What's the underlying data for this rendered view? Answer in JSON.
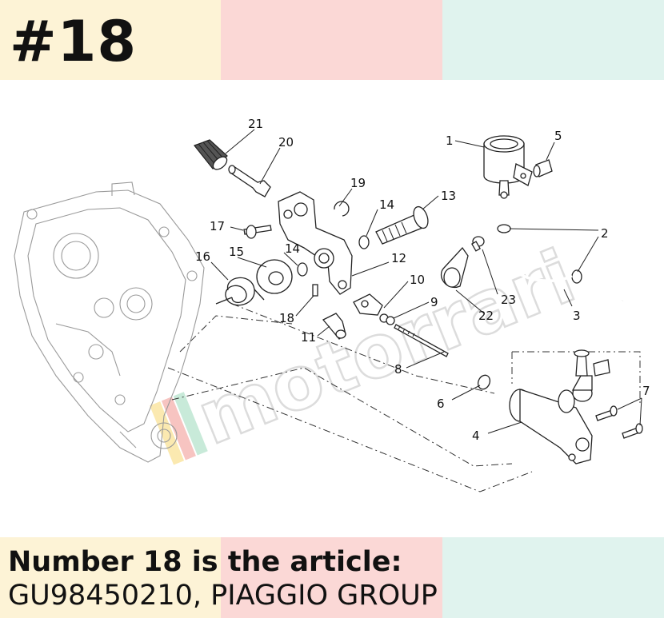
{
  "header": {
    "badge": "#18",
    "colors": [
      "#fdf3d6",
      "#fbd8d6",
      "#e0f3ee"
    ]
  },
  "diagram": {
    "watermark": "motorrari",
    "labels": {
      "p1": "1",
      "p2": "2",
      "p3": "3",
      "p4": "4",
      "p5": "5",
      "p6": "6",
      "p7": "7",
      "p8": "8",
      "p9": "9",
      "p10": "10",
      "p11": "11",
      "p12": "12",
      "p13": "13",
      "p14a": "14",
      "p14b": "14",
      "p15": "15",
      "p16": "16",
      "p17": "17",
      "p18": "18",
      "p19": "19",
      "p20": "20",
      "p21": "21",
      "p22": "22",
      "p23": "23"
    }
  },
  "caption": {
    "line1": "Number 18 is the article:",
    "line2": "GU98450210, PIAGGIO GROUP"
  }
}
